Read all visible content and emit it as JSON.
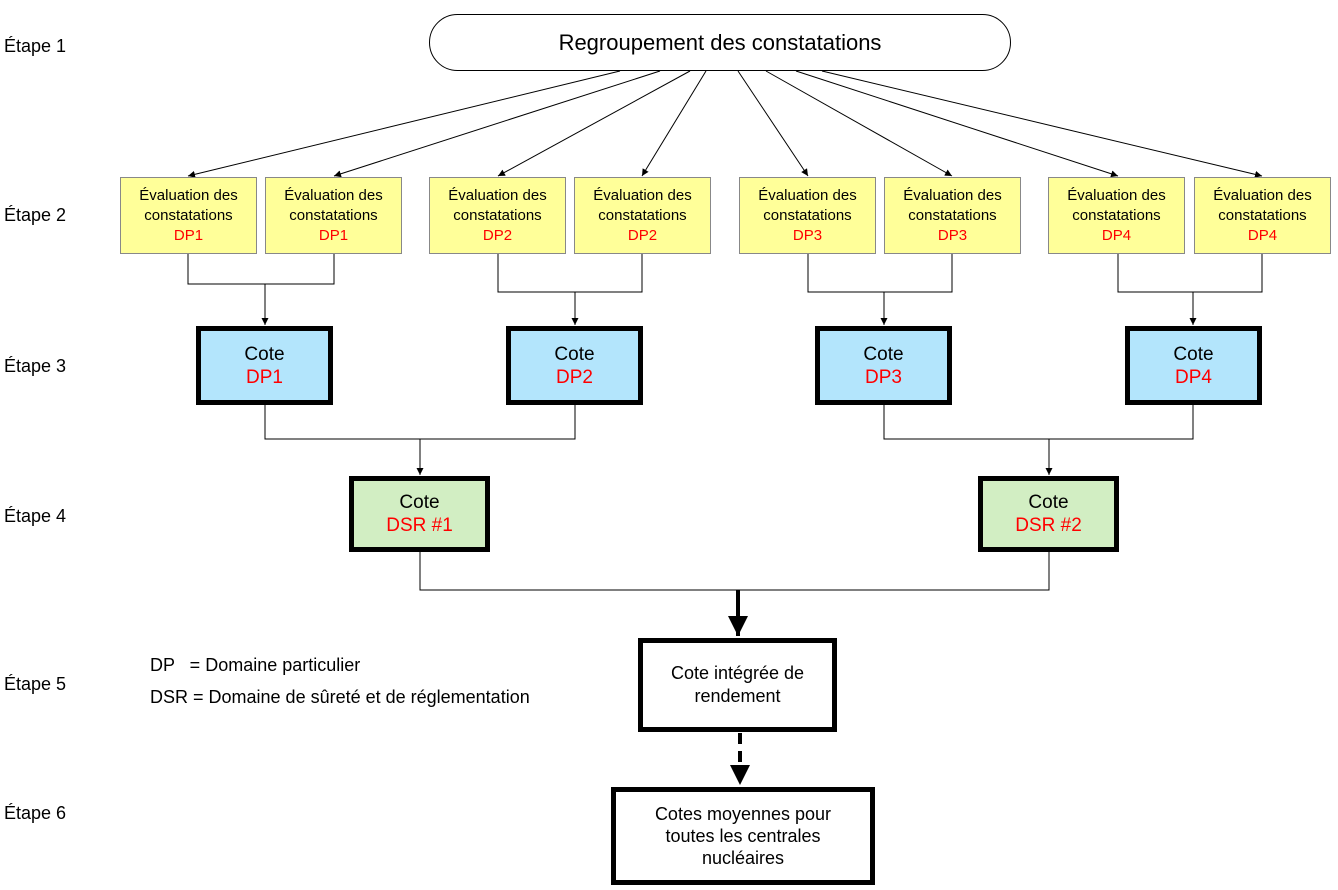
{
  "steps": [
    "Étape 1",
    "Étape 2",
    "Étape 3",
    "Étape 4",
    "Étape 5",
    "Étape 6"
  ],
  "top_box": "Regroupement des constatations",
  "eval_boxes": [
    {
      "line1": "Évaluation des",
      "line2": "constatations",
      "code": "DP1"
    },
    {
      "line1": "Évaluation des",
      "line2": "constatations",
      "code": "DP1"
    },
    {
      "line1": "Évaluation des",
      "line2": "constatations",
      "code": "DP2"
    },
    {
      "line1": "Évaluation des",
      "line2": "constatations",
      "code": "DP2"
    },
    {
      "line1": "Évaluation des",
      "line2": "constatations",
      "code": "DP3"
    },
    {
      "line1": "Évaluation des",
      "line2": "constatations",
      "code": "DP3"
    },
    {
      "line1": "Évaluation des",
      "line2": "constatations",
      "code": "DP4"
    },
    {
      "line1": "Évaluation des",
      "line2": "constatations",
      "code": "DP4"
    }
  ],
  "dp_boxes": [
    {
      "label": "Cote",
      "code": "DP1"
    },
    {
      "label": "Cote",
      "code": "DP2"
    },
    {
      "label": "Cote",
      "code": "DP3"
    },
    {
      "label": "Cote",
      "code": "DP4"
    }
  ],
  "dsr_boxes": [
    {
      "label": "Cote",
      "code": "DSR #1"
    },
    {
      "label": "Cote",
      "code": "DSR #2"
    }
  ],
  "integrated_box": {
    "line1": "Cote intégrée de",
    "line2": "rendement"
  },
  "average_box": {
    "line1": "Cotes moyennes pour",
    "line2": "toutes les centrales",
    "line3": "nucléaires"
  },
  "legend": {
    "dp": "DP   = Domaine particulier",
    "dsr": "DSR = Domaine de sûreté et de réglementation"
  },
  "colors": {
    "eval_fill": "#ffff99",
    "dp_fill": "#b3e5fc",
    "dsr_fill": "#d2eec3",
    "code_text": "#ff0000"
  }
}
